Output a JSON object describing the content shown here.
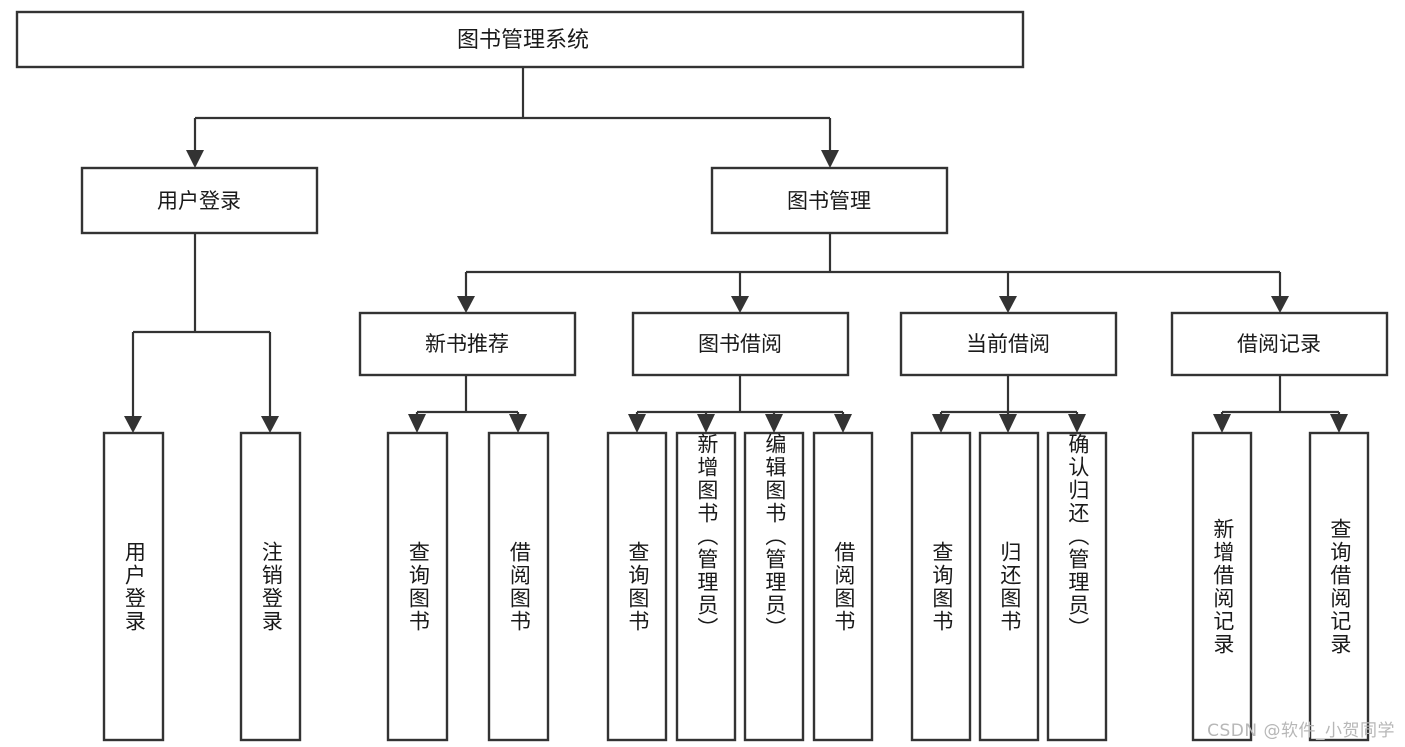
{
  "diagram": {
    "title": "图书管理系统",
    "type": "tree-hierarchy",
    "orientation": "top-down",
    "colors": {
      "box_fill": "#ffffff",
      "box_stroke": "#333333",
      "connector": "#333333",
      "text": "#1a1a1a",
      "background": "#ffffff",
      "watermark": "#b7b7b7"
    },
    "root": {
      "label": "图书管理系统"
    },
    "level2": [
      {
        "label": "用户登录"
      },
      {
        "label": "图书管理"
      }
    ],
    "level3": [
      {
        "label": "新书推荐"
      },
      {
        "label": "图书借阅"
      },
      {
        "label": "当前借阅"
      },
      {
        "label": "借阅记录"
      }
    ],
    "leaves": {
      "user_login": [
        {
          "label": "用户登录"
        },
        {
          "label": "注销登录"
        }
      ],
      "new_book_recommend": [
        {
          "label": "查询图书"
        },
        {
          "label": "借阅图书"
        }
      ],
      "book_borrow": [
        {
          "label": "查询图书"
        },
        {
          "label": "新增图书（管理员）"
        },
        {
          "label": "编辑图书（管理员）"
        },
        {
          "label": "借阅图书"
        }
      ],
      "current_borrow": [
        {
          "label": "查询图书"
        },
        {
          "label": "归还图书"
        },
        {
          "label": "确认归还（管理员）"
        }
      ],
      "borrow_record": [
        {
          "label": "新增借阅记录"
        },
        {
          "label": "查询借阅记录"
        }
      ]
    }
  },
  "watermark": {
    "text": "CSDN @软件_小贺同学"
  }
}
